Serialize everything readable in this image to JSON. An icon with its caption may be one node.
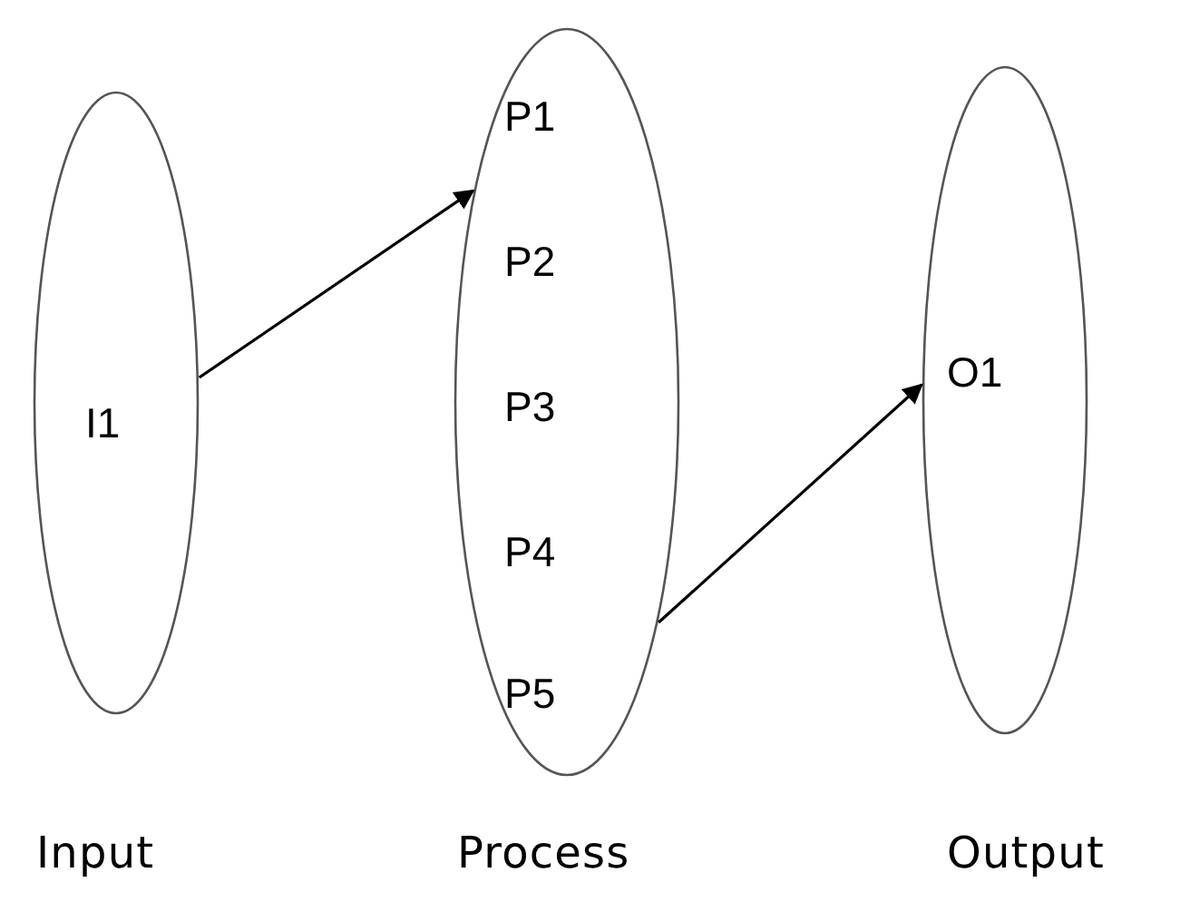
{
  "diagram": {
    "nodes": [
      {
        "text": [
          "I1"
        ],
        "beside": [
          "Input"
        ]
      },
      {
        "text": [
          "P1",
          "P2",
          "P3",
          "P4",
          "P5"
        ],
        "beside": [
          "Process"
        ]
      },
      {
        "text": [
          "O1"
        ],
        "beside": [
          "Output"
        ]
      }
    ],
    "edges": [
      {
        "from": 0,
        "to": 1,
        "arrow": "to"
      },
      {
        "from": 1,
        "to": 2,
        "arrow": "to"
      }
    ]
  }
}
